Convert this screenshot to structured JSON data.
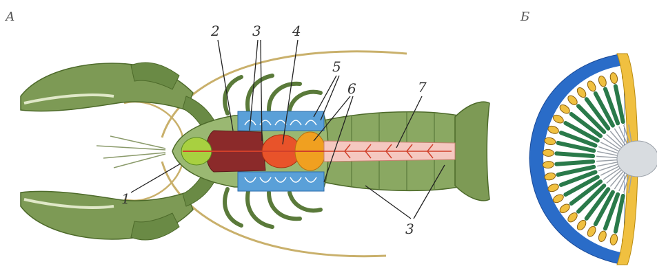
{
  "panels": {
    "a": "А",
    "b": "Б"
  },
  "labels": {
    "l1": "1",
    "l2": "2",
    "l3_top": "3",
    "l4": "4",
    "l5": "5",
    "l6": "6",
    "l7": "7",
    "l3_bottom": "3"
  },
  "colors": {
    "body_green": "#7d9a55",
    "body_dark": "#5a7a3a",
    "antenna": "#c9b06b",
    "hepato_red": "#8b2a2a",
    "gill_blue": "#5aa0d8",
    "heart_red": "#e8532a",
    "stomach_orange": "#f0a020",
    "gut_pink": "#f5c8c0",
    "brain_green": "#a8d040",
    "b_blue": "#2a6cc8",
    "b_yellow": "#f0c040",
    "b_green": "#2a7a4a"
  }
}
